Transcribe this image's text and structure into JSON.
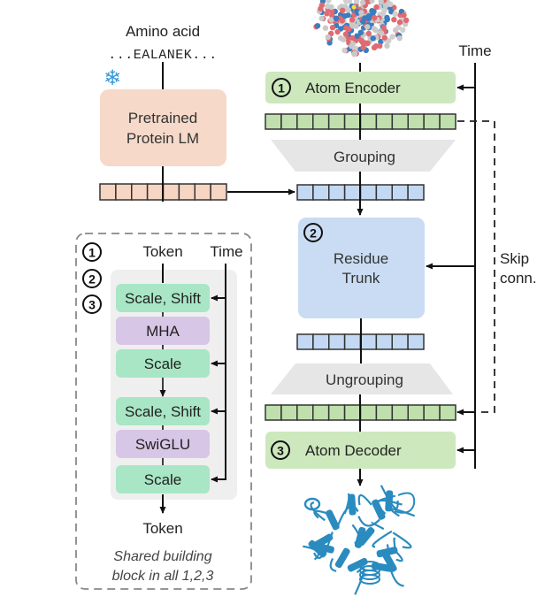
{
  "colors": {
    "green_block": "#cde8bd",
    "green_cell": "#bfe0ad",
    "blue_block": "#c9dcf3",
    "blue_cell": "#c3d8f2",
    "peach_block": "#f6d9c9",
    "peach_cell": "#f7d5c3",
    "grey_trap": "#e6e6e6",
    "mint": "#a8e6c5",
    "lavender": "#d8c6e6",
    "shared_bg": "#efefef",
    "protein": "#2a8bbf"
  },
  "left_branch": {
    "input_label": "Amino acid",
    "sequence": "...EALANEK...",
    "frozen_icon": "snowflake",
    "lm_label_line1": "Pretrained",
    "lm_label_line2": "Protein LM",
    "embedding_cells": 8
  },
  "main_branch": {
    "time_label": "Time",
    "encoder": {
      "number": "1",
      "label": "Atom Encoder"
    },
    "atom_cells": 12,
    "grouping_label": "Grouping",
    "residue_cells": 8,
    "trunk": {
      "number": "2",
      "label_line1": "Residue",
      "label_line2": "Trunk"
    },
    "ungrouping_label": "Ungrouping",
    "decoder": {
      "number": "3",
      "label": "Atom Decoder"
    },
    "skip_label_line1": "Skip",
    "skip_label_line2": "conn."
  },
  "shared_block": {
    "numbers": [
      "1",
      "2",
      "3"
    ],
    "token_in_label": "Token",
    "time_label": "Time",
    "layers": [
      {
        "label": "Scale, Shift",
        "kind": "mod"
      },
      {
        "label": "MHA",
        "kind": "op"
      },
      {
        "label": "Scale",
        "kind": "mod"
      },
      {
        "label": "Scale, Shift",
        "kind": "mod"
      },
      {
        "label": "SwiGLU",
        "kind": "op"
      },
      {
        "label": "Scale",
        "kind": "mod"
      }
    ],
    "token_out_label": "Token",
    "caption_line1": "Shared building",
    "caption_line2": "block in all 1,2,3"
  }
}
